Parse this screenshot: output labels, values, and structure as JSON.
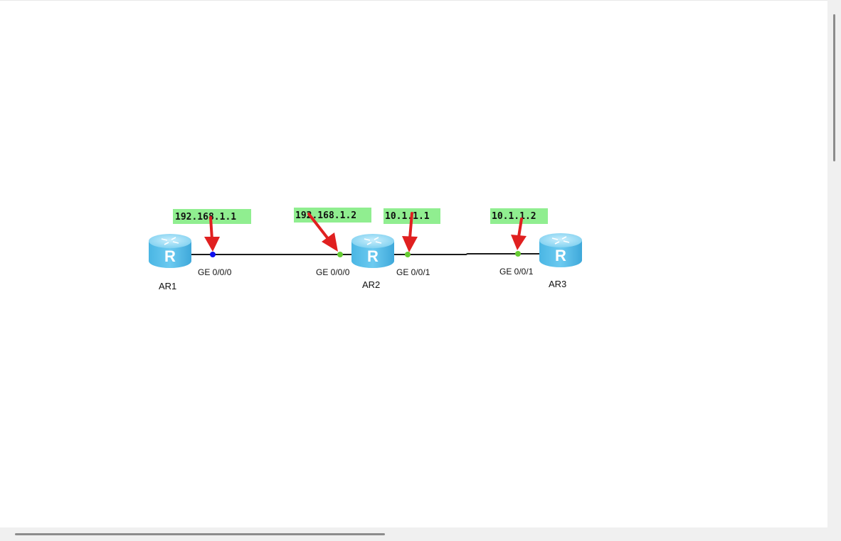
{
  "colors": {
    "link": "#1a1a1a",
    "label_bg": "#90ee90",
    "arrow": "#e02020",
    "port_active": "#1010ee",
    "port_up": "#66cc33",
    "router_body": "#5fc4ec",
    "router_top": "#a8e2f8"
  },
  "routers": [
    {
      "id": "ar1",
      "label": "AR1",
      "icon_letter": "R"
    },
    {
      "id": "ar2",
      "label": "AR2",
      "icon_letter": "R"
    },
    {
      "id": "ar3",
      "label": "AR3",
      "icon_letter": "R"
    }
  ],
  "interfaces": [
    {
      "id": "ar1-ge000",
      "port": "GE 0/0/0",
      "ip": "192.168.1.1",
      "state": "active"
    },
    {
      "id": "ar2-ge000",
      "port": "GE 0/0/0",
      "ip": "192.168.1.2",
      "state": "up"
    },
    {
      "id": "ar2-ge001",
      "port": "GE 0/0/1",
      "ip": "10.1.1.1",
      "state": "up"
    },
    {
      "id": "ar3-ge001",
      "port": "GE 0/0/1",
      "ip": "10.1.1.2",
      "state": "up"
    }
  ],
  "links": [
    {
      "from": "ar1",
      "to": "ar2"
    },
    {
      "from": "ar2",
      "to": "ar3"
    }
  ],
  "icons": [
    "router-icon",
    "arrow-icon"
  ]
}
